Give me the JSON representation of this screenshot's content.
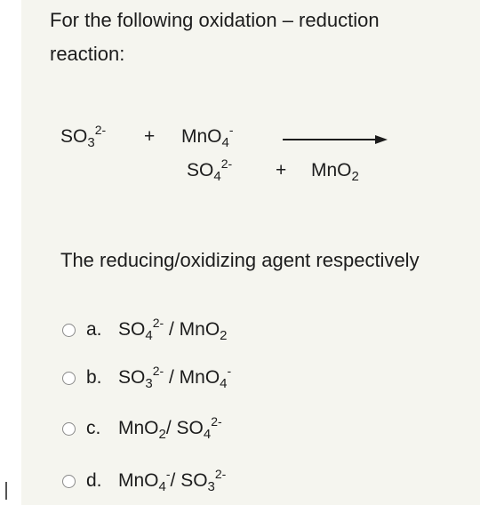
{
  "question": {
    "text": "For the following oxidation – reduction reaction:"
  },
  "equation": {
    "reactant1": {
      "base": "SO",
      "sub": "3",
      "sup": "2-"
    },
    "plus1": "+",
    "reactant2": {
      "base": "MnO",
      "sub": "4",
      "sup": "-"
    },
    "product1": {
      "base": "SO",
      "sub": "4",
      "sup": "2-"
    },
    "plus2": "+",
    "product2": {
      "base": "MnO",
      "sub": "2"
    }
  },
  "prompt": "The reducing/oxidizing agent respectively",
  "options": [
    {
      "letter": "a.",
      "parts": [
        {
          "base": "SO",
          "sub": "4",
          "sup": "2-",
          "sep": " / "
        },
        {
          "base": "MnO",
          "sub": "2",
          "sup": "",
          "sep": ""
        }
      ]
    },
    {
      "letter": "b.",
      "parts": [
        {
          "base": "SO",
          "sub": "3",
          "sup": "2-",
          "sep": " / "
        },
        {
          "base": "MnO",
          "sub": "4",
          "sup": "-",
          "sep": ""
        }
      ]
    },
    {
      "letter": "c.",
      "parts": [
        {
          "base": "MnO",
          "sub": "2",
          "sup": "",
          "sep": "/ "
        },
        {
          "base": "SO",
          "sub": "4",
          "sup": "2-",
          "sep": ""
        }
      ]
    },
    {
      "letter": "d.",
      "parts": [
        {
          "base": "MnO",
          "sub": "4",
          "sup": "-",
          "sep": "/ "
        },
        {
          "base": "SO",
          "sub": "3",
          "sup": "2-",
          "sep": ""
        }
      ]
    }
  ],
  "colors": {
    "panel": "#f5f5ef",
    "text": "#1c1c1c",
    "radio_border": "#8a8a8a"
  }
}
